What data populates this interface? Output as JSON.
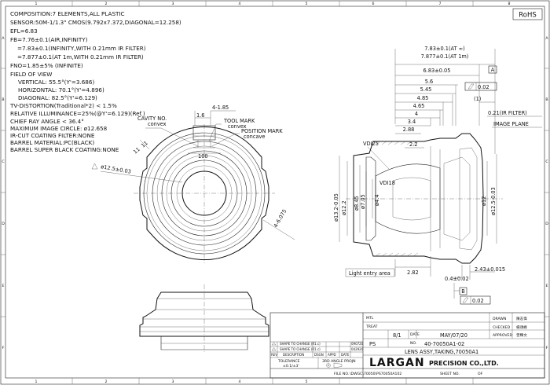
{
  "badge": {
    "rohs": "RoHS"
  },
  "border": {
    "top_numbers": [
      "1",
      "2",
      "3",
      "4",
      "5",
      "6",
      "7",
      "8"
    ],
    "bottom_numbers": [
      "1",
      "2",
      "3",
      "4",
      "5",
      "6",
      "7",
      "8"
    ],
    "left_letters": [
      "A",
      "B",
      "C",
      "D",
      "E",
      "F"
    ],
    "right_letters": [
      "A",
      "B",
      "C",
      "D",
      "E",
      "F"
    ]
  },
  "specs": [
    "COMPOSITION:7 ELEMENTS,ALL PLASTIC",
    "SENSOR:50M-1/1.3\" CMOS(9.792x7.372,DIAGONAL=12.258)",
    "EFL=6.83",
    "FB=7.76±0.1(AIR,INFINITY)",
    "=7.83±0.1(INFINITY,WITH 0.21mm IR FILTER)",
    "=7.877±0.1(AT 1m,WITH 0.21mm IR FILTER)",
    "FNO=1.85±5% (INFINITE)",
    "FIELD OF VIEW",
    "VERTICAL: 55.5°(Y'=3.686)",
    "HORIZONTAL: 70.1°(Y'=4.896)",
    "DIAGONAL: 82.5°(Y'=6.129)",
    "TV-DISTORTION(Traditional*2) < 1.5%",
    "RELATIVE ILLUMINANCE=25%(@Y'=6.129)(Ref.)",
    "CHIEF RAY ANGLE < 36.4°",
    "MAXIMUM IMAGE CIRCLE: ø12.658",
    "IR-CUT COATING FILTER:NONE",
    "BARREL MATERIAL:PC(BLACK)",
    "BARREL SUPER BLACK COATING:NONE"
  ],
  "front_view": {
    "cavity_label": "CAVITY NO.",
    "cavity_sub": "convex",
    "tool_mark": "TOOL MARK",
    "tool_mark_sub": "convex",
    "position_mark": "POSITION MARK",
    "position_mark_sub": "concave",
    "dim_16": "1.6",
    "dim_4_185": "4-1.85",
    "dim_100": "100",
    "dim_dia": "ø12.5±0.03",
    "dim_4_6075": "4-6.075",
    "dim_11": "11"
  },
  "side_view": {
    "dims_h": [
      "7.83±0.1(AT ∞)",
      "7.877±0.1(AT 1m)",
      "6.83±0.05",
      "5.6",
      "5.45",
      "4.85",
      "4.65",
      "4",
      "3.4",
      "2.88"
    ],
    "ir_filter": "0.21(IR FILTER)",
    "image_plane": "IMAGE PLANE",
    "datum_a": "A",
    "datum_b": "B",
    "flat_a": "0.02",
    "flat_b": "0.02",
    "paren_1": "(1)",
    "vdi25": "VDI25",
    "vdi18": "VDI18",
    "dim_22": "2.2",
    "dim_282": "2.82",
    "dim_04": "0.4±0.02",
    "dim_243": "2.43±0.015",
    "light_entry": "Light entry area",
    "v_dims": [
      "ø13.2-0.05",
      "ø12.2",
      "ø8.45",
      "ø7.05",
      "ø4.4",
      "ø12",
      "ø12.5-0.03"
    ]
  },
  "title_block": {
    "mtl": "MTL",
    "treat": "TREAT",
    "scale": "8/1",
    "date_label": "DATE",
    "date": "MAY/07/20",
    "no_label": "NO.",
    "part_code": "PS",
    "drawing_no": "40-70050A1-02",
    "title": "LENS ASSY,TAKING,70050A1",
    "drawn": "DRAWN",
    "checked": "CHECKED",
    "approved": "APPROVED",
    "drawn_name": "陳志偉",
    "checked_name": "楊頌峰",
    "approved_name": "曾輝文",
    "rev_rows": [
      {
        "desc": "SHAPE TO CHANGE (R1.c)",
        "code": "090720"
      },
      {
        "desc": "SHAPE TO CHANGE (R1.c)",
        "code": "042920"
      }
    ],
    "rev_headers": [
      "REV",
      "DESCRIPTION",
      "DSGN",
      "APPD",
      "DATE"
    ],
    "tolerance_label": "TOLERANCE",
    "tolerance": "±0.1/±3'",
    "projection": "3RD ANGLE PROJN",
    "company": "LARGAN",
    "company_full": "PRECISION CO.,LTD.",
    "file_no_label": "FILE NO.",
    "file_no": "\\DWGC\\70050\\PS70050A102",
    "sheet_label": "SHEET NO.",
    "sheet_of": "OF"
  }
}
